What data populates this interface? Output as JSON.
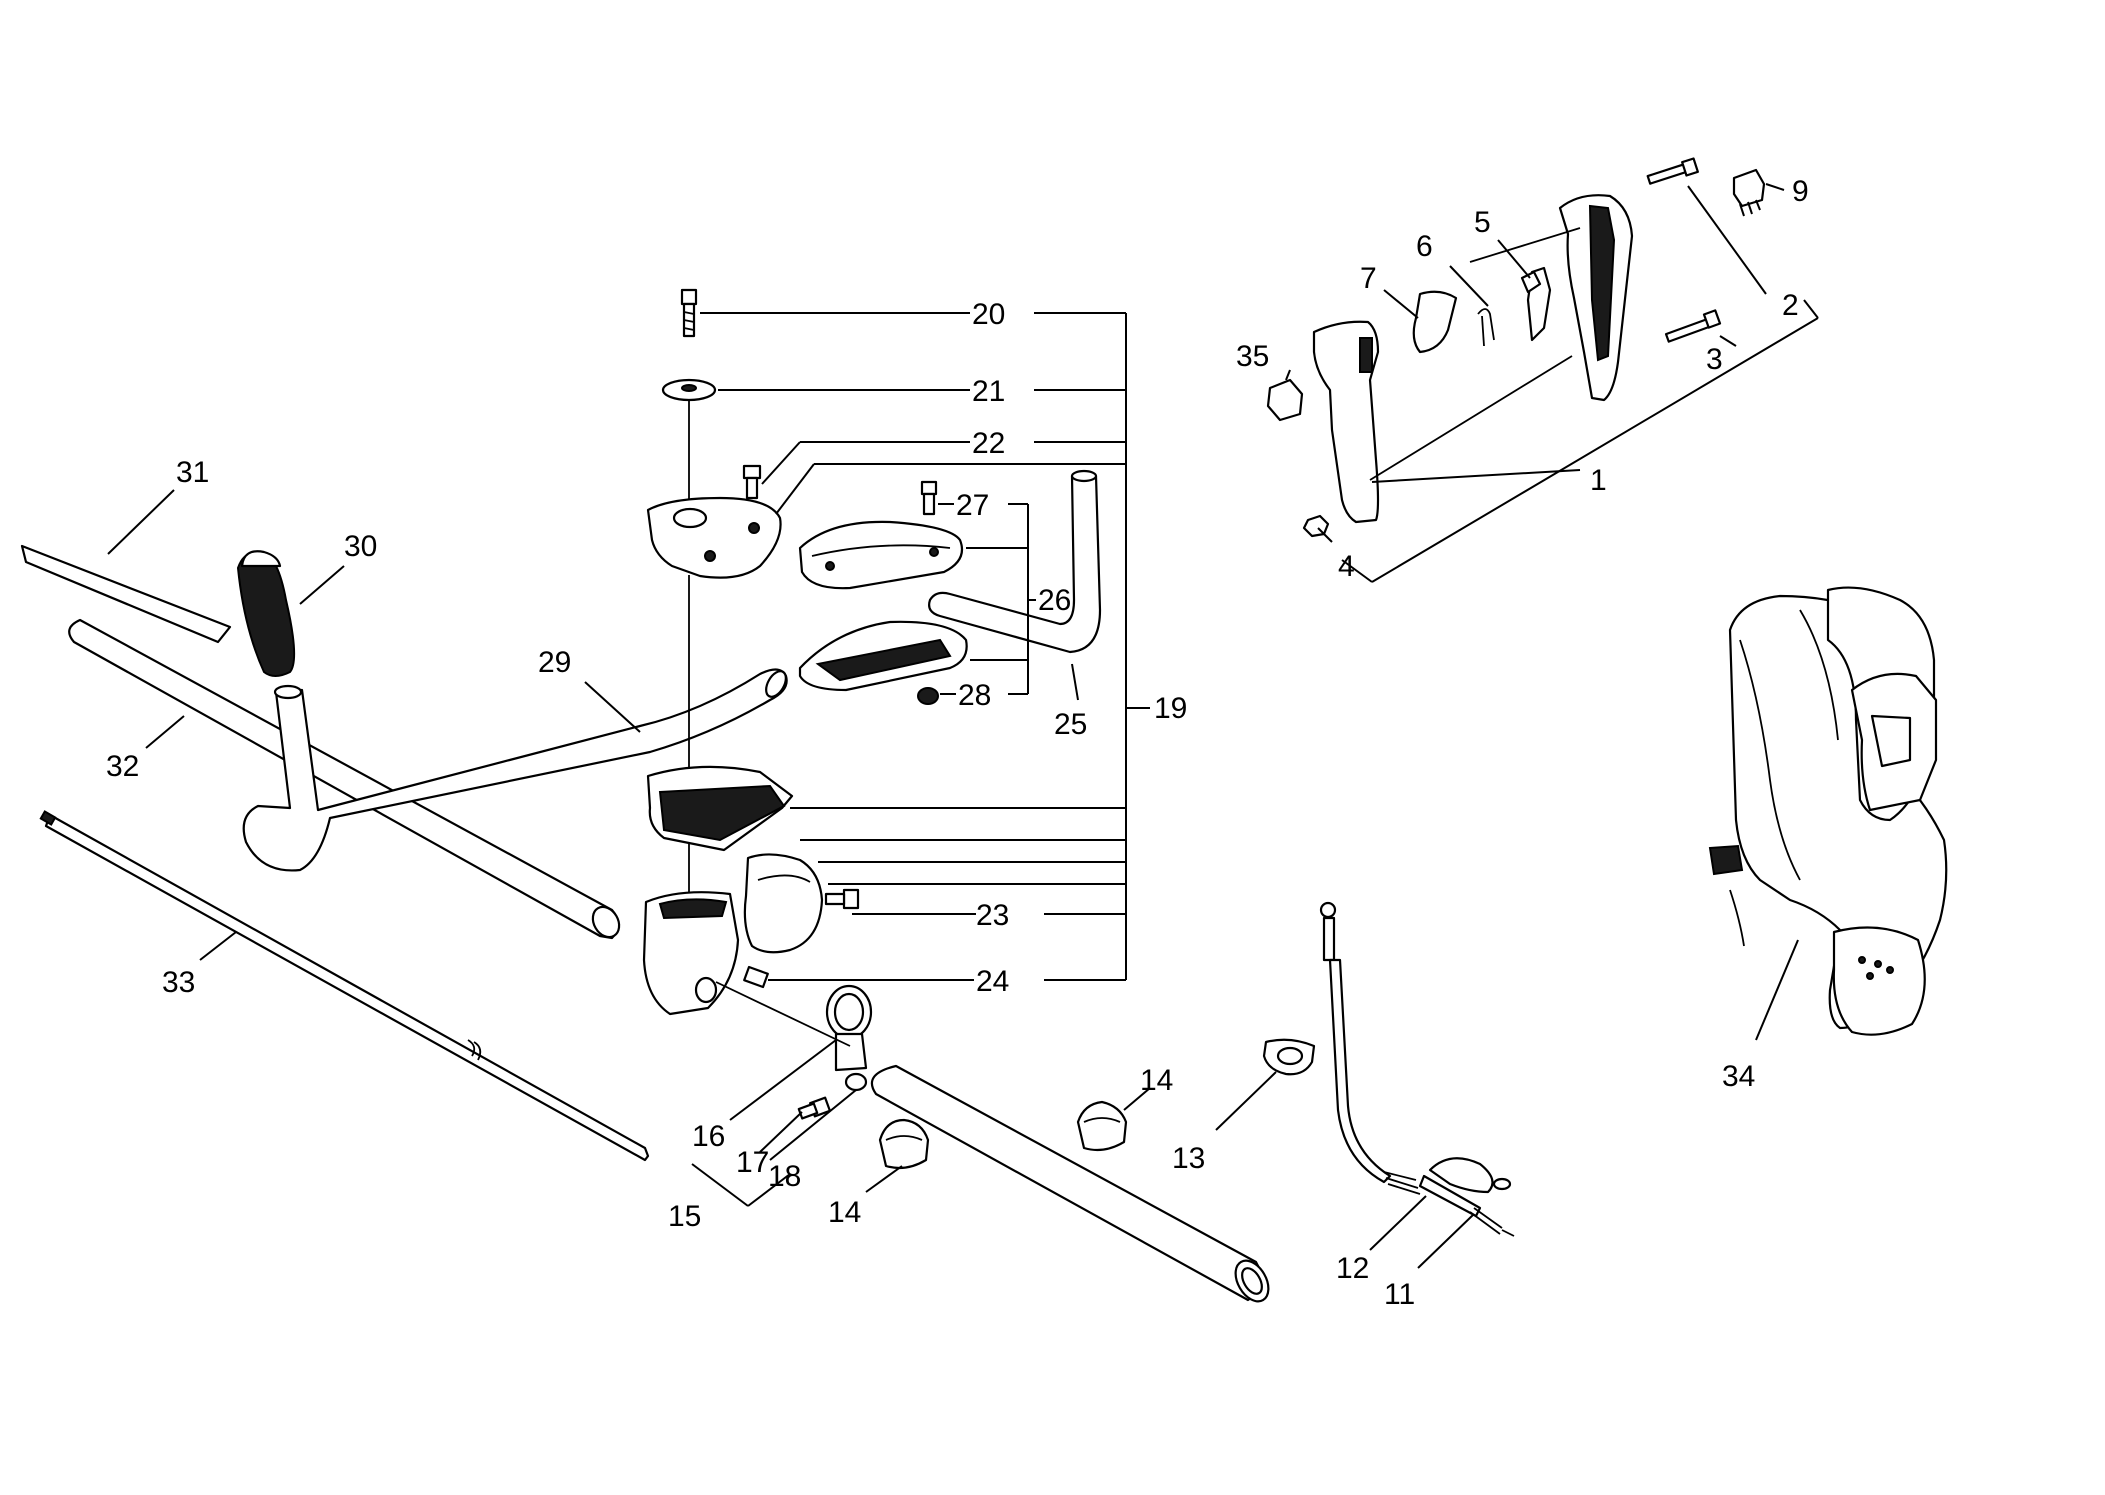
{
  "callouts": [
    {
      "id": "1",
      "text": "1"
    },
    {
      "id": "2",
      "text": "2"
    },
    {
      "id": "3",
      "text": "3"
    },
    {
      "id": "4",
      "text": "4"
    },
    {
      "id": "5",
      "text": "5"
    },
    {
      "id": "6",
      "text": "6"
    },
    {
      "id": "7",
      "text": "7"
    },
    {
      "id": "9",
      "text": "9"
    },
    {
      "id": "11",
      "text": "11"
    },
    {
      "id": "12",
      "text": "12"
    },
    {
      "id": "13",
      "text": "13"
    },
    {
      "id": "14a",
      "text": "14"
    },
    {
      "id": "14b",
      "text": "14"
    },
    {
      "id": "15",
      "text": "15"
    },
    {
      "id": "16",
      "text": "16"
    },
    {
      "id": "17",
      "text": "17"
    },
    {
      "id": "18",
      "text": "18"
    },
    {
      "id": "19",
      "text": "19"
    },
    {
      "id": "20",
      "text": "20"
    },
    {
      "id": "21",
      "text": "21"
    },
    {
      "id": "22",
      "text": "22"
    },
    {
      "id": "23",
      "text": "23"
    },
    {
      "id": "24",
      "text": "24"
    },
    {
      "id": "25",
      "text": "25"
    },
    {
      "id": "26",
      "text": "26"
    },
    {
      "id": "27",
      "text": "27"
    },
    {
      "id": "28",
      "text": "28"
    },
    {
      "id": "29",
      "text": "29"
    },
    {
      "id": "30",
      "text": "30"
    },
    {
      "id": "31",
      "text": "31"
    },
    {
      "id": "32",
      "text": "32"
    },
    {
      "id": "33",
      "text": "33"
    },
    {
      "id": "34",
      "text": "34"
    },
    {
      "id": "35",
      "text": "35"
    }
  ]
}
